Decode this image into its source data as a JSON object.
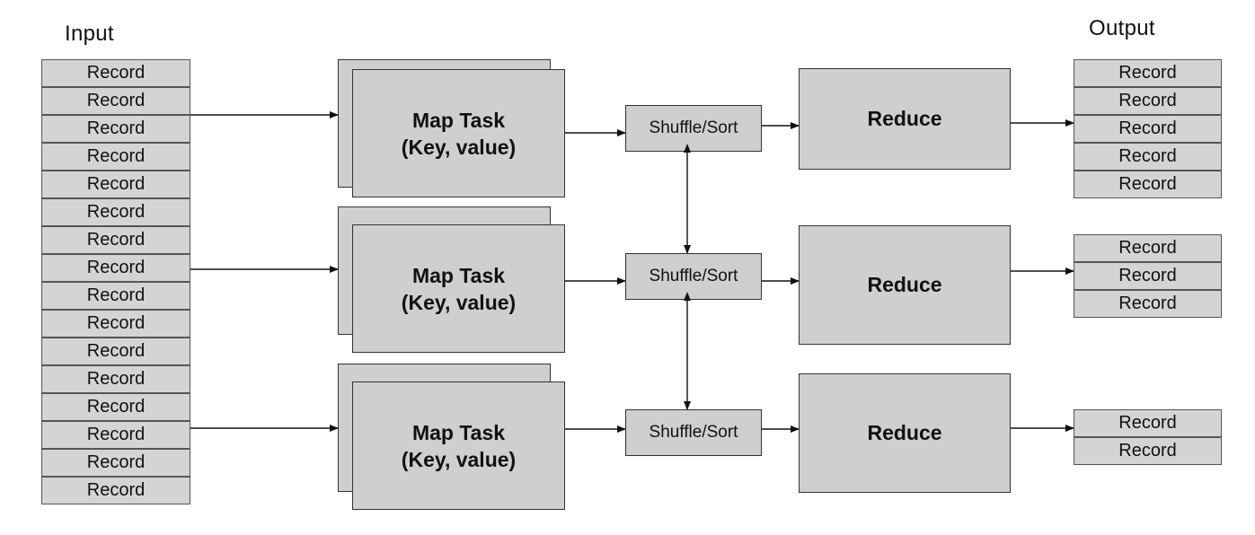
{
  "labels": {
    "input": "Input",
    "output": "Output"
  },
  "input_records": [
    "Record",
    "Record",
    "Record",
    "Record",
    "Record",
    "Record",
    "Record",
    "Record",
    "Record",
    "Record",
    "Record",
    "Record",
    "Record",
    "Record",
    "Record",
    "Record"
  ],
  "map_tasks": [
    {
      "line1": "Map Task",
      "line2": "(Key, value)"
    },
    {
      "line1": "Map Task",
      "line2": "(Key, value)"
    },
    {
      "line1": "Map Task",
      "line2": "(Key, value)"
    }
  ],
  "shuffle": [
    "Shuffle/Sort",
    "Shuffle/Sort",
    "Shuffle/Sort"
  ],
  "reduce": [
    "Reduce",
    "Reduce",
    "Reduce"
  ],
  "output_groups": [
    [
      "Record",
      "Record",
      "Record",
      "Record",
      "Record"
    ],
    [
      "Record",
      "Record",
      "Record"
    ],
    [
      "Record",
      "Record"
    ]
  ]
}
